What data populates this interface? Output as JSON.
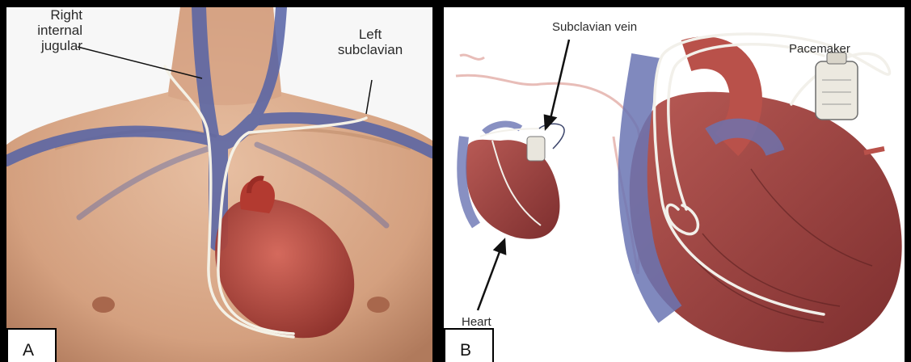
{
  "panel_a": {
    "letter": "A",
    "labels": {
      "right_internal_jugular": "Right\ninternal\njugular",
      "left_subclavian": "Left\nsubclavian"
    }
  },
  "panel_b": {
    "letter": "B",
    "labels": {
      "subclavian_vein": "Subclavian vein",
      "pacemaker": "Pacemaker",
      "heart": "Heart"
    }
  },
  "colors": {
    "skin": "#d9a98a",
    "vein": "#5563a6",
    "heart": "#b8443a",
    "catheter": "#f4f1e6"
  }
}
